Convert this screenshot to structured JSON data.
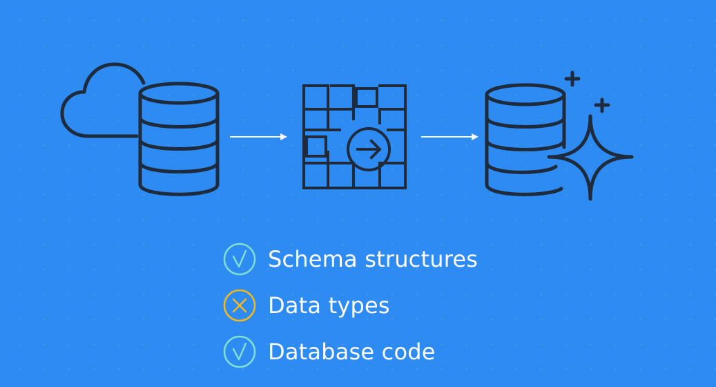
{
  "theme": {
    "background": "#2e8bf2",
    "icon_stroke": "#1d2b3d",
    "arrow_color": "#ffffff",
    "check_color": "#7fe0d2",
    "cross_color": "#f5b81b",
    "label_color": "#ffffff"
  },
  "diagram": {
    "steps": [
      {
        "icon": "cloud-database-icon"
      },
      {
        "icon": "grid-convert-icon"
      },
      {
        "icon": "sparkle-database-icon"
      }
    ]
  },
  "legend": {
    "items": [
      {
        "label": "Schema structures",
        "status": "check"
      },
      {
        "label": "Data types",
        "status": "cross"
      },
      {
        "label": "Database code",
        "status": "check"
      }
    ]
  }
}
